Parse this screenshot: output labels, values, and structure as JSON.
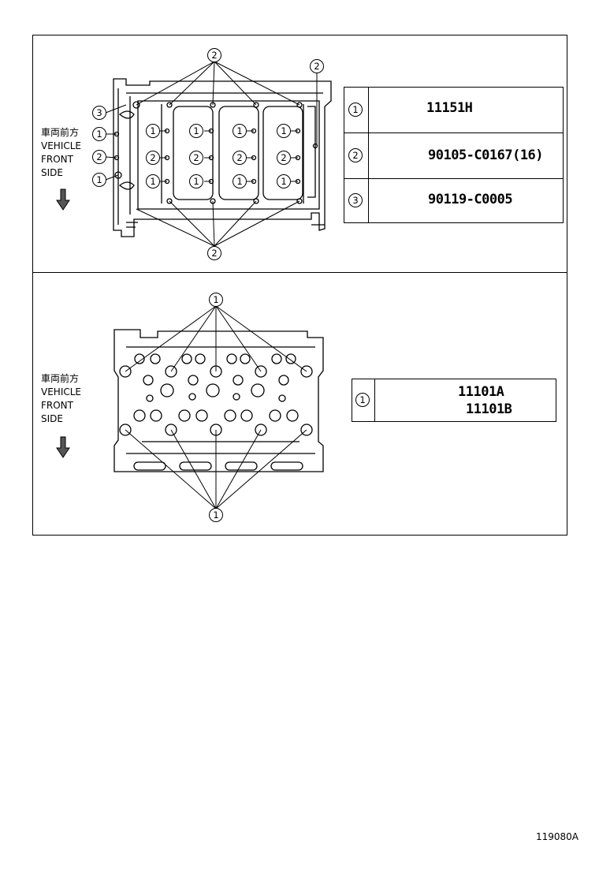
{
  "top_diagram": {
    "direction_label": [
      "車両前方",
      "VEHICLE",
      "FRONT",
      "SIDE"
    ],
    "callouts": [
      "2",
      "2",
      "3",
      "1",
      "2",
      "1",
      "1",
      "1",
      "1",
      "2",
      "2",
      "2",
      "2",
      "1",
      "1",
      "1",
      "2"
    ],
    "legend": [
      {
        "num": "1",
        "part": "11151H"
      },
      {
        "num": "2",
        "part": "90105-C0167(16)"
      },
      {
        "num": "3",
        "part": "90119-C0005"
      }
    ]
  },
  "bottom_diagram": {
    "direction_label": [
      "車両前方",
      "VEHICLE",
      "FRONT",
      "SIDE"
    ],
    "callouts": [
      "1",
      "1"
    ],
    "legend": [
      {
        "num": "1",
        "parts": [
          "11101A",
          "11101B"
        ]
      }
    ]
  },
  "footer_code": "119080A"
}
